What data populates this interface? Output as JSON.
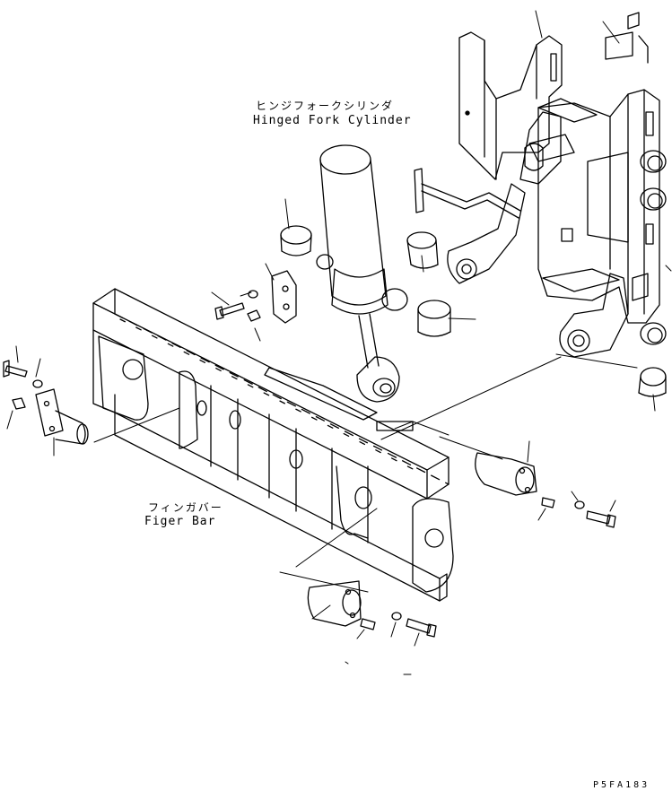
{
  "labels": {
    "cylinder_jp": "ヒンジフォークシリンダ",
    "cylinder_en": "Hinged Fork Cylinder",
    "fingerbar_jp": "フィンガバー",
    "fingerbar_en": "Figer Bar"
  },
  "drawing_code": "P5FA183",
  "colors": {
    "line": "#000000",
    "background": "#ffffff"
  }
}
